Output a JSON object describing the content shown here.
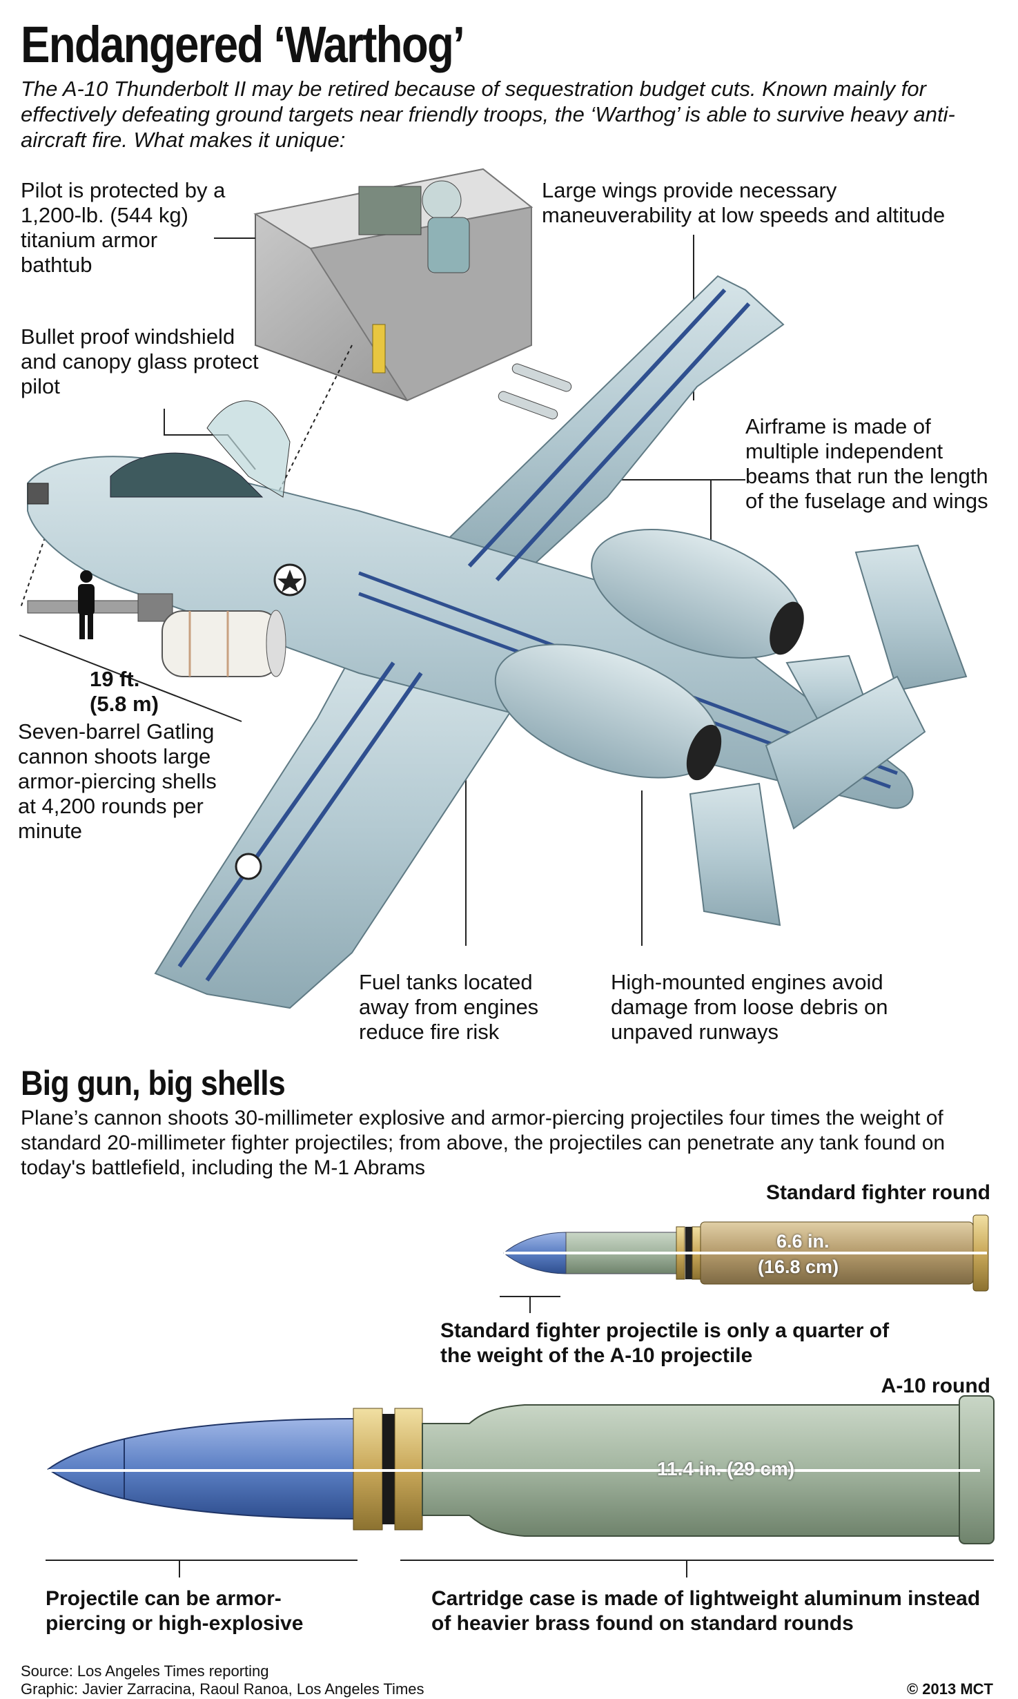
{
  "header": {
    "title": "Endangered ‘Warthog’",
    "intro": "The A-10 Thunderbolt II may be retired because of sequestration budget cuts. Known mainly for effectively defeating ground targets near friendly troops, the ‘Warthog’ is able to survive heavy anti-aircraft fire. What makes it unique:"
  },
  "callouts": {
    "armor_tub": "Pilot is protected by a 1,200-lb. (544 kg) titanium armor bathtub",
    "windshield": "Bullet proof windshield and canopy glass protect pilot",
    "wings": "Large wings provide necessary maneuverability at low speeds and altitude",
    "airframe": "Airframe is made of multiple independent beams that run the length of the fuselage and wings",
    "gun_length": "19 ft.",
    "gun_length_metric": "(5.8 m)",
    "cannon": "Seven-barrel Gatling cannon shoots large armor-piercing shells at 4,200 rounds per minute",
    "fuel_tanks": "Fuel tanks located away from engines reduce fire risk",
    "engines": "High-mounted engines avoid damage from loose debris on unpaved runways"
  },
  "shells": {
    "heading": "Big gun, big shells",
    "paragraph": "Plane’s cannon shoots 30-millimeter explosive and armor-piercing projectiles four times the weight of standard 20-millimeter fighter projectiles; from above, the projectiles can penetrate any tank found on today's battlefield, including the M-1 Abrams",
    "standard_label": "Standard fighter round",
    "standard_len": "6.6 in.",
    "standard_len_metric": "(16.8 cm)",
    "standard_note": "Standard fighter projectile is only a quarter of the weight of the A-10 projectile",
    "a10_label": "A-10 round",
    "a10_len": "11.4 in. (29 cm)",
    "projectile_note": "Projectile can be armor-piercing or high-explosive",
    "cartridge_note": "Cartridge case is made of lightweight aluminum instead of heavier brass found on standard rounds"
  },
  "footer": {
    "source": "Source: Los Angeles Times reporting",
    "graphic": "Graphic: Javier Zarracina, Raoul Ranoa, Los Angeles Times",
    "copyright": "© 2013 MCT"
  },
  "colors": {
    "airframe": "#b9cfd6",
    "airframe_dark": "#8eaab4",
    "beam": "#2f4f8f",
    "projectile_blue": "#5b7fc4",
    "brass": "#c9a85a",
    "aluminum": "#9fb39c"
  }
}
